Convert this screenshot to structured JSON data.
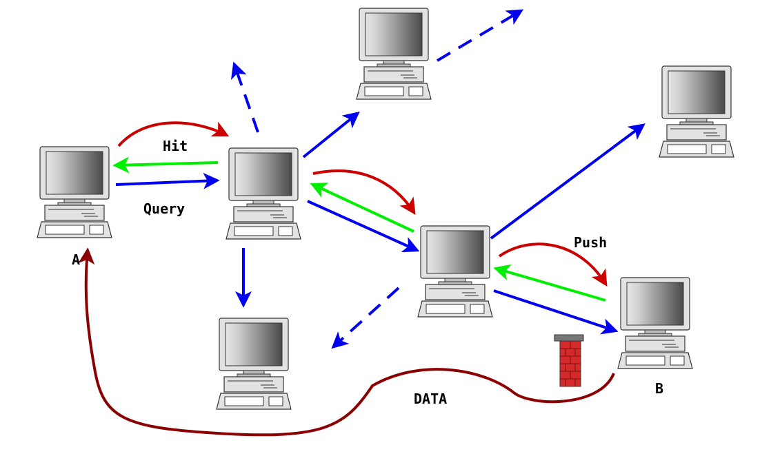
{
  "labels": {
    "node_a": "A",
    "node_b": "B",
    "hit": "Hit",
    "query": "Query",
    "push": "Push",
    "data": "DATA"
  },
  "colors": {
    "query": "#0000ee",
    "hit": "#00ee00",
    "push": "#cc0000",
    "data": "#8b0000",
    "firewall": "#d42a2a"
  },
  "icons": [
    "computer-icon",
    "firewall-icon"
  ]
}
